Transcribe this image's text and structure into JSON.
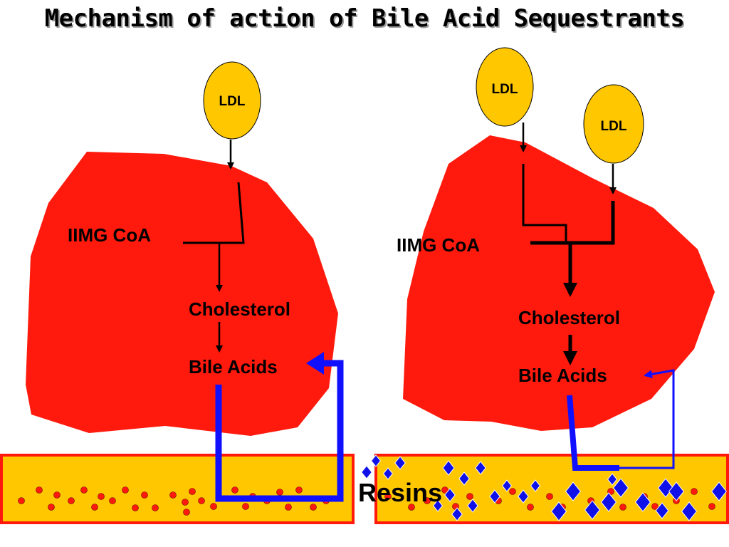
{
  "title": "Mechanism of action of Bile Acid Sequestrants",
  "colors": {
    "liver": "#ff1a0d",
    "ldl": "#ffc700",
    "intestine": "#ffc700",
    "intestine_border": "#ff1a0d",
    "bile_acid_dot": "#ff1a0d",
    "resin": "#1010e8",
    "arrow": "#000000",
    "recycle_arrow": "#1010ff"
  },
  "left_panel": {
    "ldl_label": "LDL",
    "hmg_label": "IIMG CoA",
    "cholesterol_label": "Cholesterol",
    "bile_acids_label": "Bile Acids"
  },
  "right_panel": {
    "ldl_label_1": "LDL",
    "ldl_label_2": "LDL",
    "hmg_label": "IIMG CoA",
    "cholesterol_label": "Cholesterol",
    "bile_acids_label": "Bile Acids"
  },
  "resins_label": "Resins",
  "icons": [
    "arrow-down-icon",
    "recycle-arrow-icon",
    "resin-diamond-icon",
    "bile-acid-dot-icon"
  ]
}
